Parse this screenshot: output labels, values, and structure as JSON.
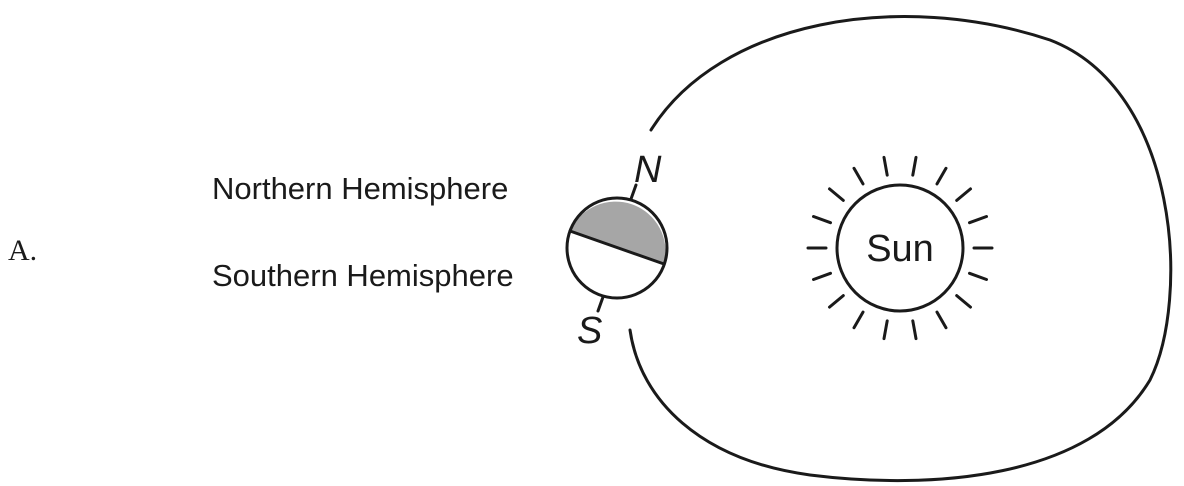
{
  "option_label": "A.",
  "labels": {
    "northern_hemisphere": "Northern Hemisphere",
    "southern_hemisphere": "Southern Hemisphere",
    "north_pole": "N",
    "south_pole": "S",
    "sun": "Sun"
  },
  "colors": {
    "line": "#1a1a1a",
    "northern_hemisphere_fill": "#a6a6a6",
    "southern_hemisphere_fill": "#ffffff"
  },
  "icons": {
    "sun": "sun-icon",
    "earth": "earth-icon"
  }
}
